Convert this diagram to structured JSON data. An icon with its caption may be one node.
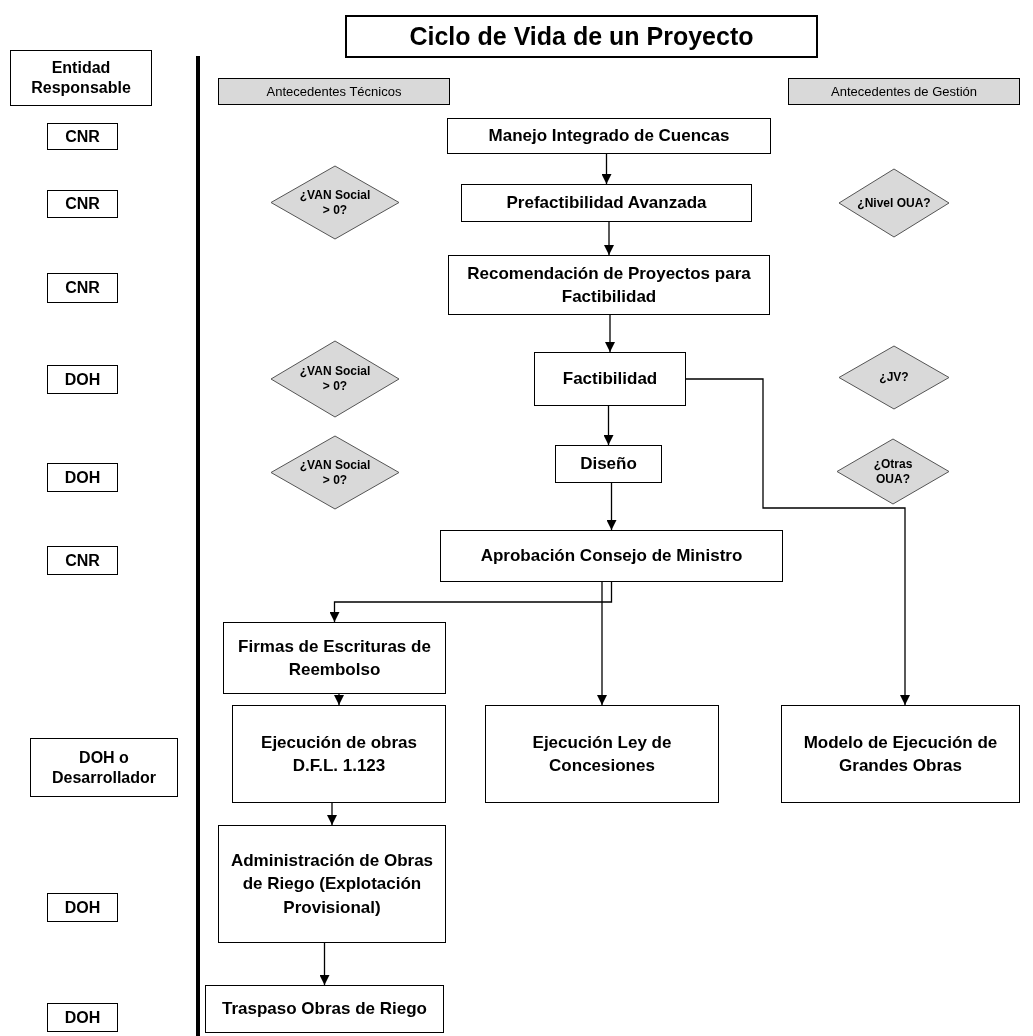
{
  "diagram": {
    "title": "Ciclo de Vida de un Proyecto",
    "nodes": [
      {
        "text": [
          "Entidad Responsable"
        ]
      },
      {
        "text": [
          "CNR"
        ]
      },
      {
        "text": [
          "CNR"
        ]
      },
      {
        "text": [
          "CNR"
        ]
      },
      {
        "text": [
          "DOH"
        ]
      },
      {
        "text": [
          "DOH"
        ]
      },
      {
        "text": [
          "CNR"
        ]
      },
      {
        "text": [
          "DOH o Desarrollador"
        ]
      },
      {
        "text": [
          "DOH"
        ]
      },
      {
        "text": [
          "DOH"
        ]
      },
      {
        "text": [
          "Antecedentes Técnicos"
        ]
      },
      {
        "text": [
          "Antecedentes de Gestión"
        ]
      },
      {
        "text": [
          "Manejo Integrado de Cuencas"
        ]
      },
      {
        "text": [
          "¿VAN Social > 0?"
        ]
      },
      {
        "text": [
          "Prefactibilidad Avanzada"
        ]
      },
      {
        "text": [
          "¿Nivel OUA?"
        ]
      },
      {
        "text": [
          "Recomendación de Proyectos para Factibilidad"
        ]
      },
      {
        "text": [
          "¿VAN Social > 0?"
        ]
      },
      {
        "text": [
          "Factibilidad"
        ]
      },
      {
        "text": [
          "¿JV?"
        ]
      },
      {
        "text": [
          "¿VAN Social > 0?"
        ]
      },
      {
        "text": [
          "Diseño"
        ]
      },
      {
        "text": [
          "¿Otras OUA?"
        ]
      },
      {
        "text": [
          "Aprobación Consejo de Ministro"
        ]
      },
      {
        "text": [
          "Firmas de Escrituras de Reembolso"
        ]
      },
      {
        "text": [
          "Ejecución de obras D.F.L. 1.123"
        ]
      },
      {
        "text": [
          "Ejecución Ley de Concesiones"
        ]
      },
      {
        "text": [
          "Modelo de Ejecución de Grandes Obras"
        ]
      },
      {
        "text": [
          "Administración de Obras de Riego (Explotación Provisional)"
        ]
      },
      {
        "text": [
          "Traspaso Obras de Riego"
        ]
      }
    ],
    "edges": [
      {
        "from": 12,
        "to": 14,
        "arrow": "to"
      },
      {
        "from": 14,
        "to": 16,
        "arrow": "to"
      },
      {
        "from": 16,
        "to": 18,
        "arrow": "to"
      },
      {
        "from": 18,
        "to": 21,
        "arrow": "to"
      },
      {
        "from": 21,
        "to": 23,
        "arrow": "to"
      },
      {
        "from": 23,
        "to": 24,
        "arrow": "to"
      },
      {
        "from": 23,
        "to": 26,
        "arrow": "to"
      },
      {
        "from": 18,
        "to": 27,
        "arrow": "to"
      },
      {
        "from": 24,
        "to": 25,
        "arrow": "to"
      },
      {
        "from": 25,
        "to": 28,
        "arrow": "to"
      },
      {
        "from": 28,
        "to": 29,
        "arrow": "to"
      }
    ]
  }
}
